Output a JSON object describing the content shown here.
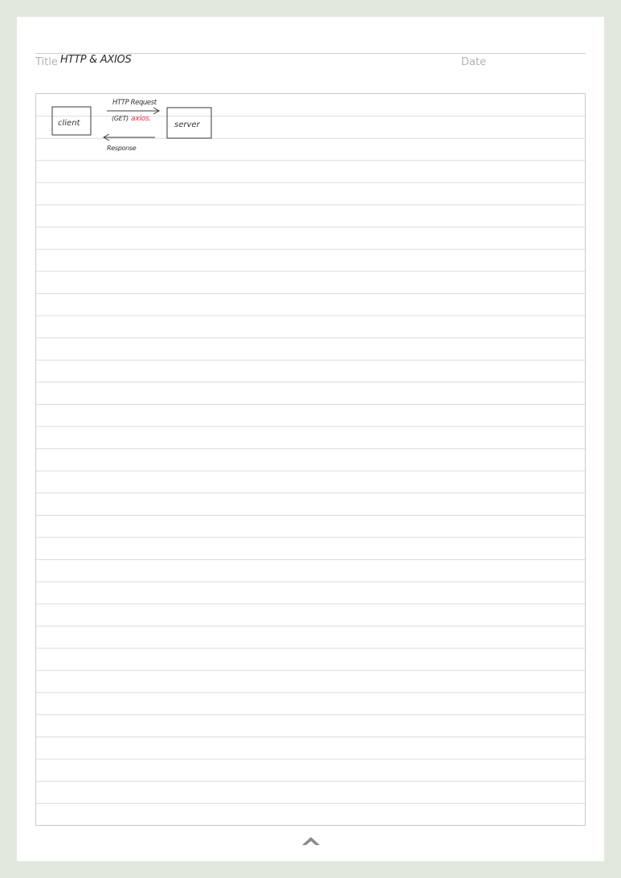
{
  "header": {
    "title_label": "Title",
    "title_value": "HTTP & AXIOS",
    "date_label": "Date",
    "date_value": ""
  },
  "sketch": {
    "client_label": "client",
    "server_label": "server",
    "request_label": "HTTP Request",
    "method_label": "(GET)",
    "library_label": "axios.",
    "response_label": "Response"
  },
  "icons": {
    "page_up": "chevron-up-icon"
  },
  "colors": {
    "background": "#e3e8df",
    "paper": "#ffffff",
    "rule": "#dcdcdc",
    "ink": "#333333",
    "accent_ink": "#d5313e"
  }
}
